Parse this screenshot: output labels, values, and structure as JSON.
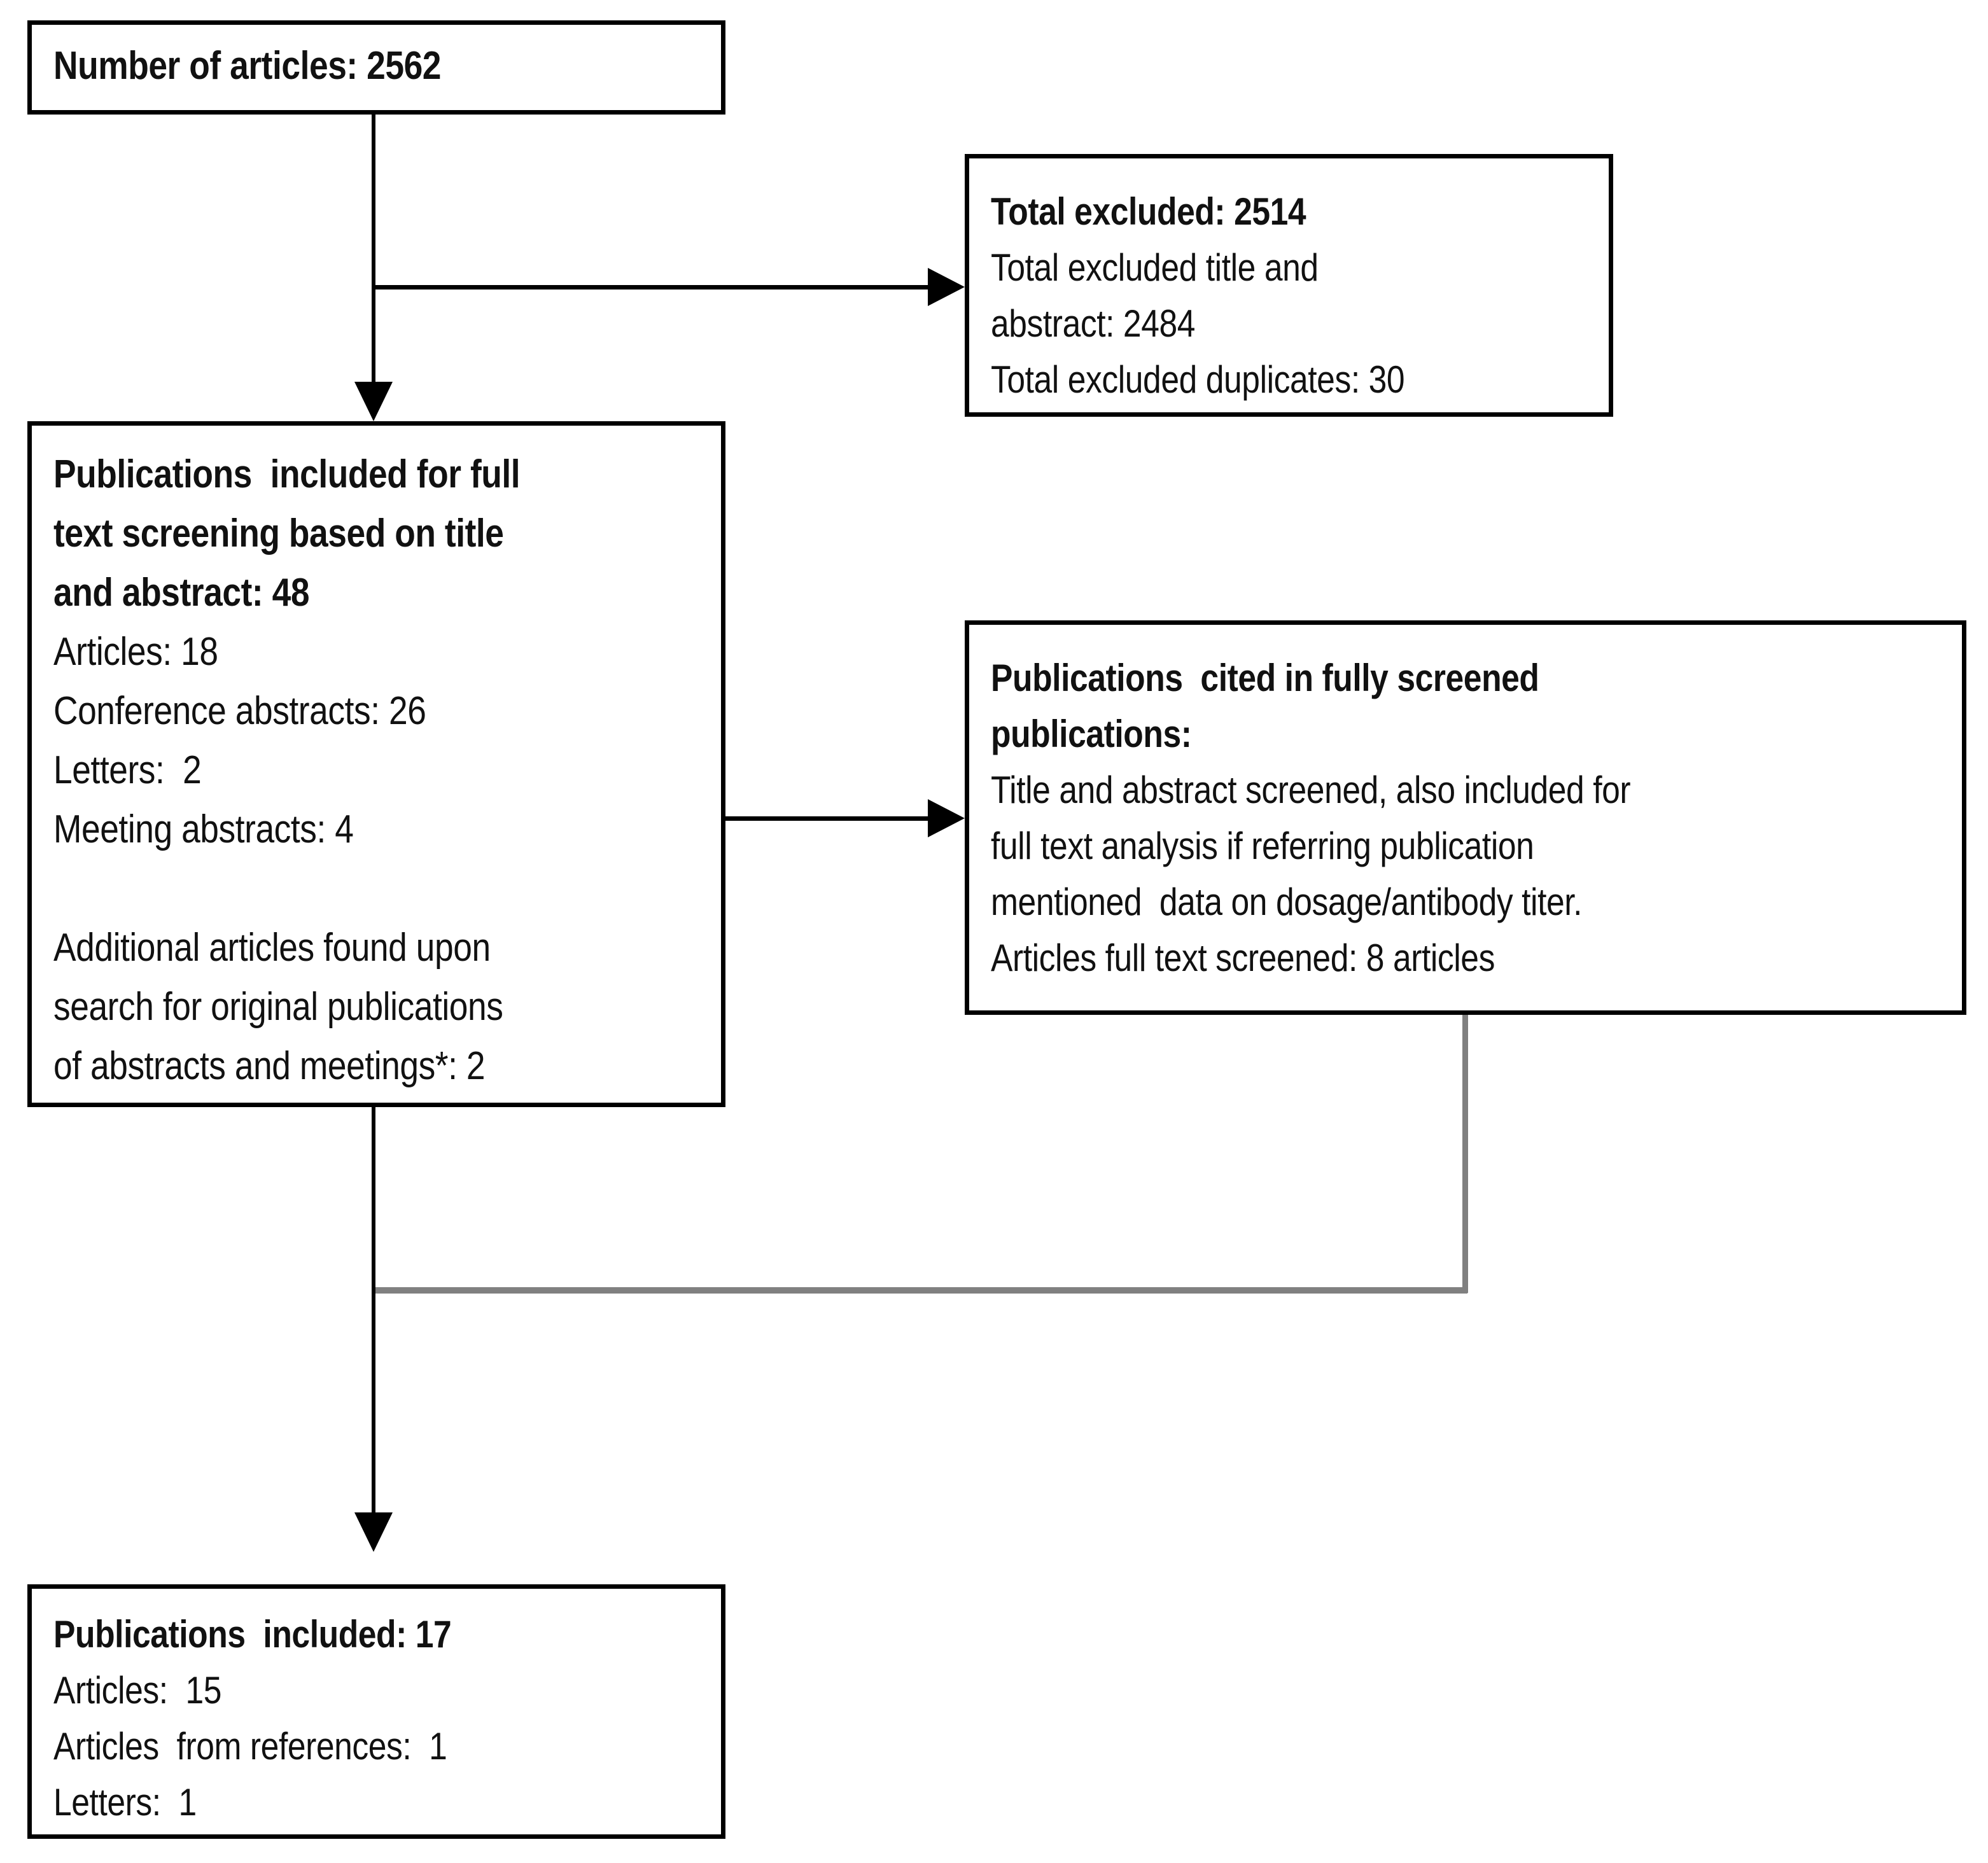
{
  "diagram": {
    "title": "Study selection flow diagram",
    "colors": {
      "box_border": "#000000",
      "connector_black": "#000000",
      "connector_gray": "#808080",
      "background": "#ffffff",
      "text": "#111111"
    },
    "nodes": {
      "total_articles": {
        "lines": [
          {
            "text": "Number of articles: 2562",
            "bold": true
          }
        ]
      },
      "total_excluded": {
        "lines": [
          {
            "text": "Total excluded: 2514",
            "bold": true
          },
          {
            "text": "Total excluded title and",
            "bold": false
          },
          {
            "text": "abstract: 2484",
            "bold": false
          },
          {
            "text": "Total excluded duplicates: 30",
            "bold": false
          }
        ]
      },
      "full_text_screening": {
        "lines": [
          {
            "text": "Publications  included for full",
            "bold": true
          },
          {
            "text": "text screening based on title",
            "bold": true
          },
          {
            "text": "and abstract: 48",
            "bold": true
          },
          {
            "text": "Articles: 18",
            "bold": false
          },
          {
            "text": "Conference abstracts: 26",
            "bold": false
          },
          {
            "text": "Letters:  2",
            "bold": false
          },
          {
            "text": "Meeting abstracts: 4",
            "bold": false
          },
          {
            "text": "",
            "bold": false
          },
          {
            "text": "Additional articles found upon",
            "bold": false
          },
          {
            "text": "search for original publications",
            "bold": false
          },
          {
            "text": "of abstracts and meetings*: 2",
            "bold": false
          }
        ]
      },
      "cited_publications": {
        "lines": [
          {
            "text": "Publications  cited in fully screened",
            "bold": true
          },
          {
            "text": "publications:",
            "bold": true
          },
          {
            "text": "Title and abstract screened, also included for",
            "bold": false
          },
          {
            "text": "full text analysis if referring publication",
            "bold": false
          },
          {
            "text": "mentioned  data on dosage/antibody titer.",
            "bold": false
          },
          {
            "text": "Articles full text screened: 8 articles",
            "bold": false
          }
        ]
      },
      "publications_included": {
        "lines": [
          {
            "text": "Publications  included: 17",
            "bold": true
          },
          {
            "text": "Articles:  15",
            "bold": false
          },
          {
            "text": "Articles  from references:  1",
            "bold": false
          },
          {
            "text": "Letters:  1",
            "bold": false
          }
        ]
      }
    },
    "connectors": [
      {
        "name": "articles-to-fulltext",
        "style": "black",
        "arrow": "down"
      },
      {
        "name": "articles-to-excluded",
        "style": "black",
        "arrow": "right"
      },
      {
        "name": "fulltext-to-cited",
        "style": "black",
        "arrow": "right"
      },
      {
        "name": "cited-back-to-spine",
        "style": "gray",
        "arrow": "none"
      },
      {
        "name": "fulltext-to-included",
        "style": "black",
        "arrow": "down"
      }
    ]
  }
}
